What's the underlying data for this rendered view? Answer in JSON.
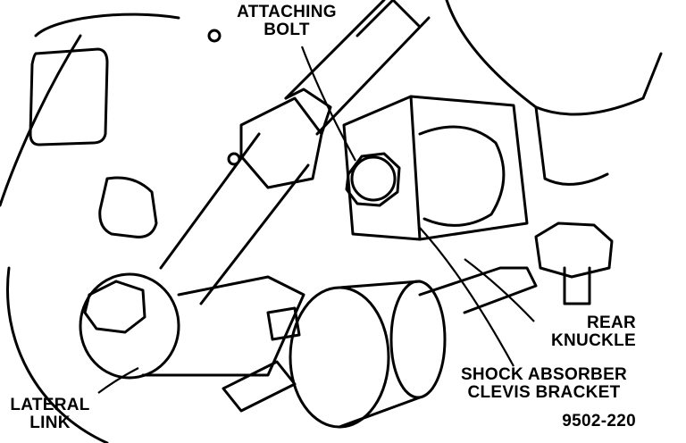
{
  "labels": {
    "attaching_bolt": {
      "line1": "ATTACHING",
      "line2": "BOLT"
    },
    "rear_knuckle": {
      "line1": "REAR",
      "line2": "KNUCKLE"
    },
    "shock_absorber": {
      "line1": "SHOCK ABSORBER",
      "line2": "CLEVIS BRACKET"
    },
    "lateral_link": {
      "line1": "LATERAL",
      "line2": "LINK"
    },
    "figure_number": "9502-220"
  },
  "colors": {
    "ink": "#000000",
    "paper": "#ffffff"
  }
}
